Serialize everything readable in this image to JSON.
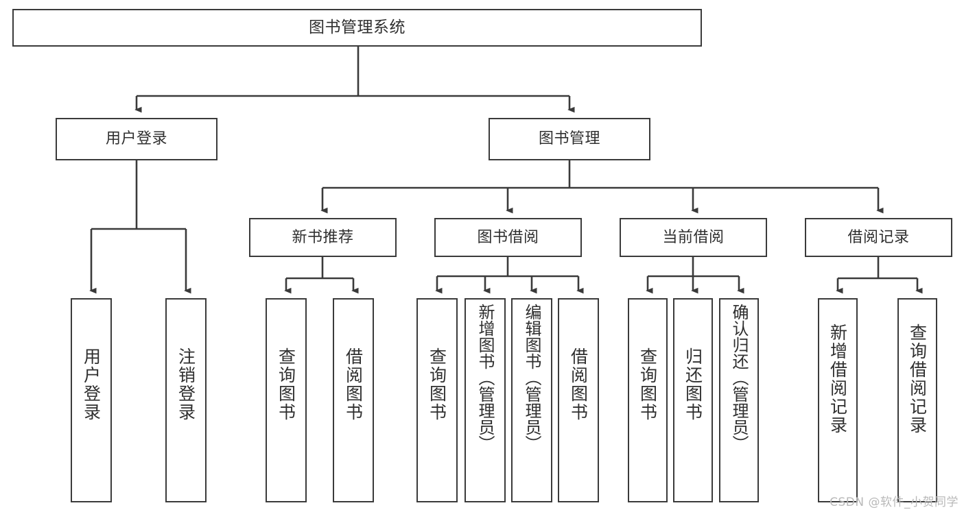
{
  "diagram": {
    "title": "图书管理系统",
    "type": "tree",
    "orientation": "top-down",
    "line_color": "#3a3a3a",
    "text_color": "#2f2f2f",
    "background": "#ffffff"
  },
  "nodes": {
    "root": {
      "label": "图书管理系统"
    },
    "level2": [
      {
        "id": "user-login",
        "label": "用户登录"
      },
      {
        "id": "book-manage",
        "label": "图书管理"
      }
    ],
    "level3": [
      {
        "id": "new-book-rec",
        "label": "新书推荐"
      },
      {
        "id": "book-borrow",
        "label": "图书借阅"
      },
      {
        "id": "current-borrow",
        "label": "当前借阅"
      },
      {
        "id": "borrow-record",
        "label": "借阅记录"
      }
    ],
    "leaves": {
      "user_login": [
        {
          "id": "leaf-user-login",
          "label": "用户登录"
        },
        {
          "id": "leaf-user-logout",
          "label": "注销登录"
        }
      ],
      "new_book_rec": [
        {
          "id": "leaf-query-book-1",
          "label": "查询图书"
        },
        {
          "id": "leaf-borrow-book-1",
          "label": "借阅图书"
        }
      ],
      "book_borrow": [
        {
          "id": "leaf-query-book-2",
          "label": "查询图书"
        },
        {
          "id": "leaf-add-book",
          "label": "新增图书（管理员）"
        },
        {
          "id": "leaf-edit-book",
          "label": "编辑图书（管理员）"
        },
        {
          "id": "leaf-borrow-book-2",
          "label": "借阅图书"
        }
      ],
      "current_borrow": [
        {
          "id": "leaf-query-book-3",
          "label": "查询图书"
        },
        {
          "id": "leaf-return-book",
          "label": "归还图书"
        },
        {
          "id": "leaf-confirm-return",
          "label": "确认归还（管理员）"
        }
      ],
      "borrow_record": [
        {
          "id": "leaf-add-record",
          "label": "新增借阅记录"
        },
        {
          "id": "leaf-query-record",
          "label": "查询借阅记录"
        }
      ]
    }
  },
  "watermark": {
    "text": "CSDN @软件_小贺同学"
  }
}
